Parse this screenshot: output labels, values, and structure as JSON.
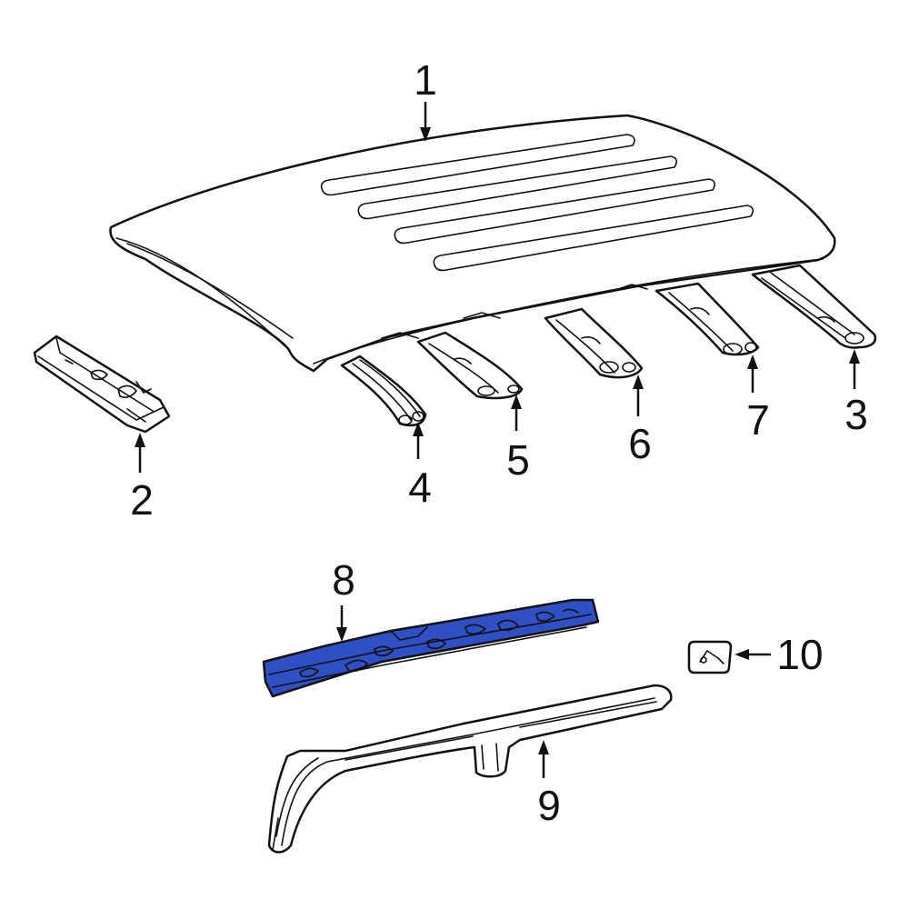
{
  "diagram": {
    "highlight_color": "#2f4fc4",
    "line_color": "#111111",
    "background": "#ffffff",
    "callouts": [
      {
        "id": "1",
        "label": "1"
      },
      {
        "id": "2",
        "label": "2"
      },
      {
        "id": "3",
        "label": "3"
      },
      {
        "id": "4",
        "label": "4"
      },
      {
        "id": "5",
        "label": "5"
      },
      {
        "id": "6",
        "label": "6"
      },
      {
        "id": "7",
        "label": "7"
      },
      {
        "id": "8",
        "label": "8"
      },
      {
        "id": "9",
        "label": "9"
      },
      {
        "id": "10",
        "label": "10"
      }
    ]
  }
}
